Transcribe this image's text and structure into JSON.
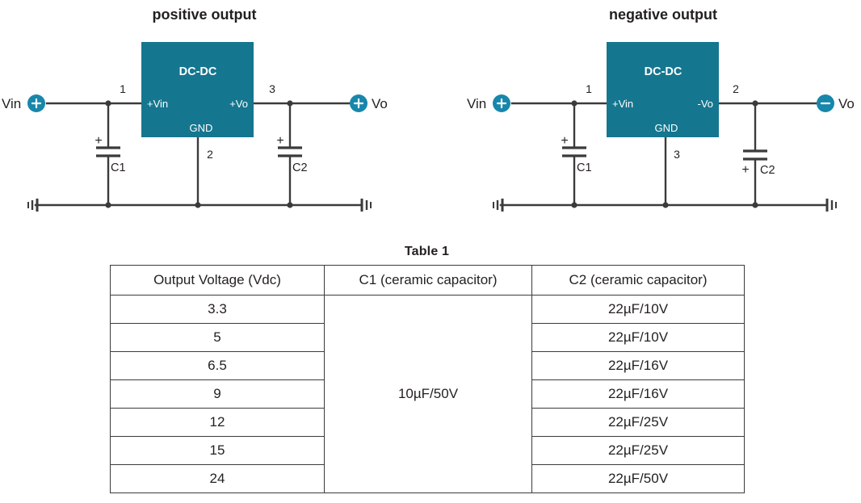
{
  "diagrams": [
    {
      "id": "positive-output",
      "title": "positive output",
      "block_label": "DC-DC",
      "pin_in_label": "+Vin",
      "pin_out_label": "+Vo",
      "pin_gnd_label": "GND",
      "pin_num_in": "1",
      "pin_num_gnd": "2",
      "pin_num_out": "3",
      "input_terminal_label": "Vin",
      "input_terminal_sign": "+",
      "output_terminal_label": "Vo",
      "output_terminal_sign": "+",
      "cap_in_label": "C1",
      "cap_in_polarity": "+",
      "cap_in_polarity_position": "top-left",
      "cap_out_label": "C2",
      "cap_out_polarity": "+",
      "cap_out_polarity_position": "top-left"
    },
    {
      "id": "negative-output",
      "title": "negative output",
      "block_label": "DC-DC",
      "pin_in_label": "+Vin",
      "pin_out_label": "-Vo",
      "pin_gnd_label": "GND",
      "pin_num_in": "1",
      "pin_num_gnd": "3",
      "pin_num_out": "2",
      "input_terminal_label": "Vin",
      "input_terminal_sign": "+",
      "output_terminal_label": "Vo",
      "output_terminal_sign": "-",
      "cap_in_label": "C1",
      "cap_in_polarity": "+",
      "cap_in_polarity_position": "top-left",
      "cap_out_label": "C2",
      "cap_out_polarity": "+",
      "cap_out_polarity_position": "bottom-left"
    }
  ],
  "table": {
    "title": "Table 1",
    "columns": [
      "Output Voltage (Vdc)",
      "C1 (ceramic capacitor)",
      "C2 (ceramic capacitor)"
    ],
    "c1_merged_value": "10µF/50V",
    "rows": [
      {
        "voltage": "3.3",
        "c2": "22µF/10V"
      },
      {
        "voltage": "5",
        "c2": "22µF/10V"
      },
      {
        "voltage": "6.5",
        "c2": "22µF/16V"
      },
      {
        "voltage": "9",
        "c2": "22µF/16V"
      },
      {
        "voltage": "12",
        "c2": "22µF/25V"
      },
      {
        "voltage": "15",
        "c2": "22µF/25V"
      },
      {
        "voltage": "24",
        "c2": "22µF/50V"
      }
    ]
  },
  "colors": {
    "block_fill": "#15768f",
    "terminal_fill": "#1787ab",
    "wire": "#3b3b3b",
    "text": "#231f20",
    "background": "#ffffff"
  }
}
